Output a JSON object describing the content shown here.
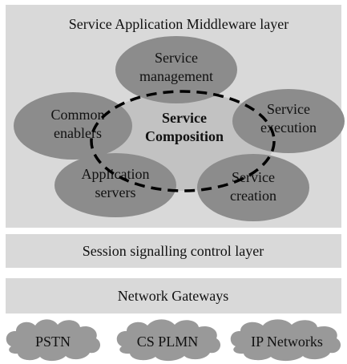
{
  "middleware_layer": {
    "title": "Service Application Middleware layer",
    "center": {
      "line1": "Service",
      "line2": "Composition"
    },
    "ellipses": [
      {
        "id": "service-management",
        "line1": "Service",
        "line2": "management"
      },
      {
        "id": "common-enablers",
        "line1": "Common",
        "line2": "enablers"
      },
      {
        "id": "service-execution",
        "line1": "Service",
        "line2": "execution"
      },
      {
        "id": "application-servers",
        "line1": "Application",
        "line2": "servers"
      },
      {
        "id": "service-creation",
        "line1": "Service",
        "line2": "creation"
      }
    ]
  },
  "session_layer": {
    "label": "Session signalling control layer"
  },
  "gateway_layer": {
    "label": "Network Gateways"
  },
  "networks": [
    {
      "id": "pstn",
      "label": "PSTN"
    },
    {
      "id": "cs-plmn",
      "label": "CS PLMN"
    },
    {
      "id": "ip-networks",
      "label": "IP Networks"
    }
  ],
  "colors": {
    "layer_fill": "#d9d9d9",
    "ellipse_fill": "#8c8c8c",
    "cloud_fill": "#999999",
    "center_fill": "#c0c0c0",
    "dashed_line": "#000000"
  }
}
